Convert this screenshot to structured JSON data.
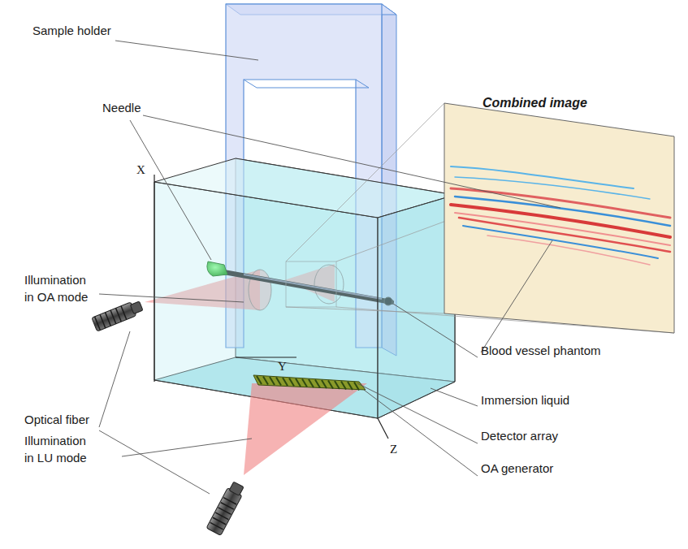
{
  "diagram": {
    "labels": [
      "Sample holder",
      "Needle",
      "Combined image",
      "X",
      "Illumination in OA mode",
      "Y",
      "Blood vessel phantom",
      "Immersion liquid",
      "Optical fiber",
      "Z",
      "Detector array",
      "Illumination in LU mode",
      "OA generator"
    ]
  }
}
